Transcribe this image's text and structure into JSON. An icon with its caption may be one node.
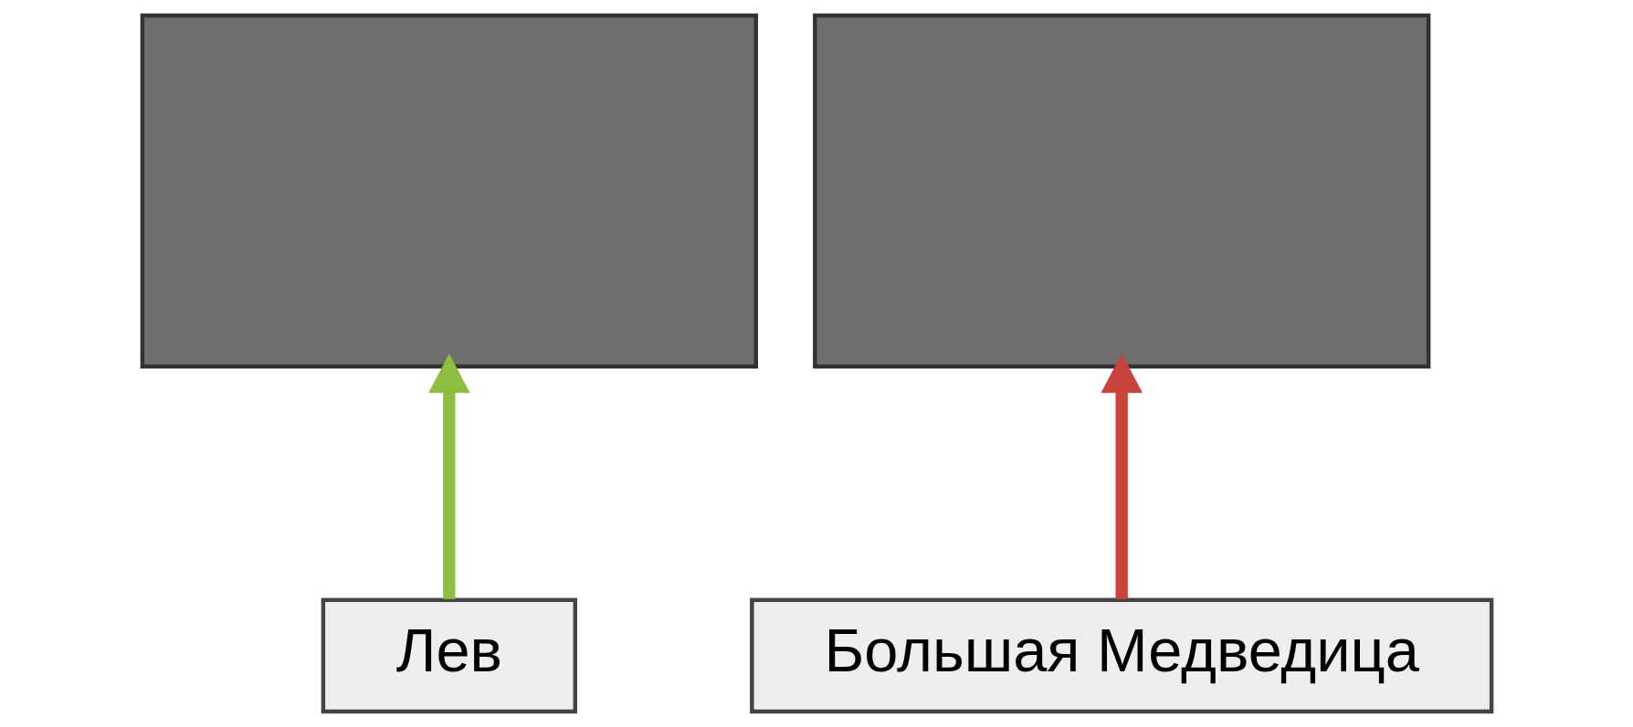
{
  "diagram": {
    "nodes": [
      {
        "text": [],
        "shape": "box"
      },
      {
        "text": [],
        "shape": "box"
      },
      {
        "text": [
          "Большая Медведица"
        ]
      },
      {
        "text": [
          "Лев"
        ]
      }
    ],
    "edges": [
      {
        "from": 2,
        "to": 1,
        "arrow": "to",
        "color": "#c8433b"
      },
      {
        "from": 3,
        "to": 0,
        "arrow": "to",
        "color": "#8cbf3f"
      }
    ]
  }
}
